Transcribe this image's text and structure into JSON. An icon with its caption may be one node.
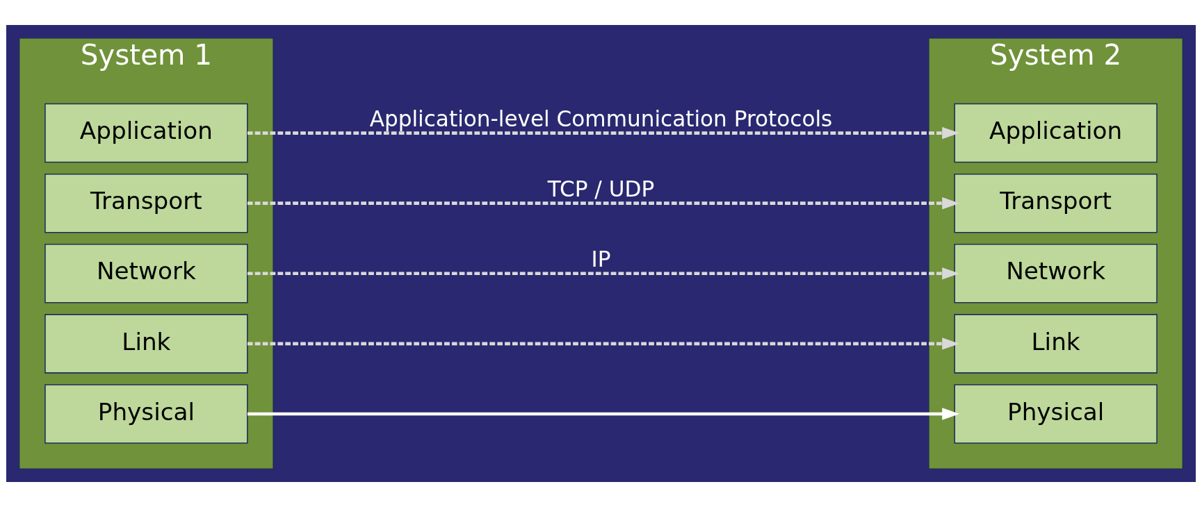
{
  "diagram": {
    "nodes": [
      {
        "text": [
          "System 1"
        ]
      },
      {
        "text": [
          "Application"
        ],
        "in": 0
      },
      {
        "text": [
          "Transport"
        ],
        "in": 0
      },
      {
        "text": [
          "Network"
        ],
        "in": 0
      },
      {
        "text": [
          "Link"
        ],
        "in": 0
      },
      {
        "text": [
          "Physical"
        ],
        "in": 0
      },
      {
        "text": [
          "System 2"
        ]
      },
      {
        "text": [
          "Application"
        ],
        "in": 6
      },
      {
        "text": [
          "Transport"
        ],
        "in": 6
      },
      {
        "text": [
          "Network"
        ],
        "in": 6
      },
      {
        "text": [
          "Link"
        ],
        "in": 6
      },
      {
        "text": [
          "Physical"
        ],
        "in": 6
      }
    ],
    "edges": [
      {
        "from": 1,
        "to": 7,
        "arrow": "to",
        "style": "dashed",
        "label": "Application-level Communication Protocols"
      },
      {
        "from": 2,
        "to": 8,
        "arrow": "to",
        "style": "dashed",
        "label": "TCP / UDP"
      },
      {
        "from": 3,
        "to": 9,
        "arrow": "to",
        "style": "dashed",
        "label": "IP"
      },
      {
        "from": 4,
        "to": 10,
        "arrow": "to",
        "style": "dashed"
      },
      {
        "from": 5,
        "to": 11,
        "arrow": "to",
        "color": "#ffffff"
      }
    ]
  }
}
